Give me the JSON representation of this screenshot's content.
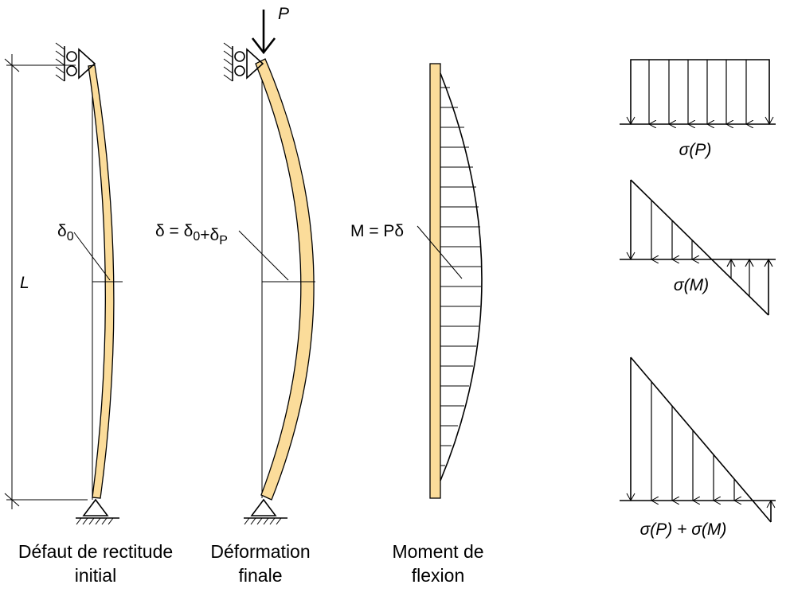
{
  "labels": {
    "L": "L",
    "P": "P",
    "delta0": "δ0",
    "delta_total": "δ = δ0+δP",
    "moment": "M = Pδ"
  },
  "captions": {
    "defaut_line1": "Défaut de rectitude",
    "defaut_line2": "initial",
    "deformation_line1": "Déformation",
    "deformation_line2": "finale",
    "moment_line1": "Moment de",
    "moment_line2": "flexion"
  },
  "stress_labels": {
    "sigma_P": "σ(P)",
    "sigma_M": "σ(M)",
    "sigma_PM": "σ(P) + σ(M)"
  },
  "colors": {
    "beam_fill": "#FBDC9A",
    "stroke": "#000000"
  }
}
